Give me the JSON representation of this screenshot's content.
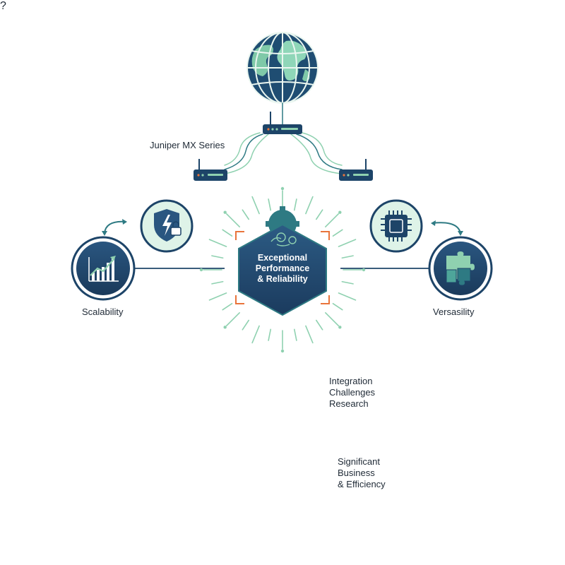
{
  "labels": {
    "router": "Juniper MX Series",
    "scalability": "Scalability",
    "versatility": "Versasility",
    "hub": "Exceptional\nPerformance\n& Reliability",
    "research": "Integration\nChallenges\nResearch",
    "business": "Significant\nBusiness\n& Efficiency"
  },
  "icons": [
    "globe-icon",
    "router-icon",
    "shield-lock-icon",
    "chart-growth-icon",
    "chip-icon",
    "puzzle-icon",
    "gear-icon",
    "magnifier-question-icon",
    "arrow-up-icon",
    "city-buildings-icon",
    "star-icon"
  ],
  "colors": {
    "navy": "#1d4468",
    "teal": "#2e7a83",
    "mint": "#8fd1b0",
    "mint_light": "#def3e8",
    "orange": "#e9743b"
  }
}
